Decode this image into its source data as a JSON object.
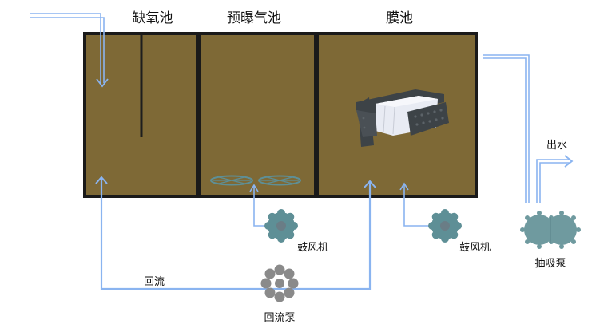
{
  "tanks": [
    {
      "label": "缺氧池"
    },
    {
      "label": "预曝气池"
    },
    {
      "label": "膜池"
    }
  ],
  "equipment": {
    "blower_1": "鼓风机",
    "blower_2": "鼓风机",
    "suction_pump": "抽吸泵",
    "return_pump": "回流泵"
  },
  "flows": {
    "return_flow": "回流",
    "effluent": "出水"
  },
  "colors": {
    "tank_fill": "#7e6936",
    "tank_border": "#1a1a1a",
    "pipe": "#8ab4f0",
    "blower": "#5e8f96",
    "return_pump": "#8a8a8a",
    "suction_pump": "#6f9a9f",
    "membrane_frame": "#3d4347",
    "membrane_sheet": "#e8ebf3"
  }
}
